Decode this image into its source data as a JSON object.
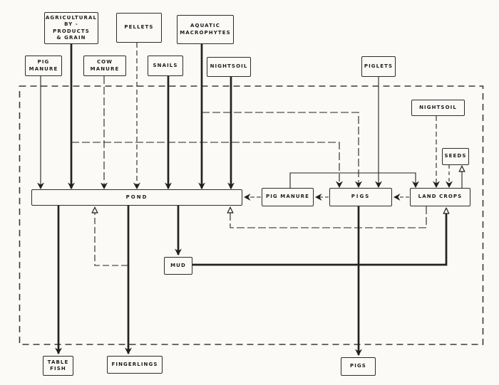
{
  "figure": {
    "type": "flow-diagram",
    "description": "Integrated pond / pig / land-crop farming system with inputs, internal recycling flows, and outputs",
    "ink_color": "#222222",
    "paper_color": "#fbfaf7",
    "boundary_style": "dashed rectangle enclosing the farm system"
  },
  "nodes": {
    "agric": "AGRICULTURAL\nBY - PRODUCTS\n& GRAIN",
    "pellets": "PELLETS",
    "aquatic": "AQUATIC\nMACROPHYTES",
    "pig_manure_top": "PIG\nMANURE",
    "cow_manure": "COW\nMANURE",
    "snails": "SNAILS",
    "nightsoil_top": "NIGHTSOIL",
    "piglets": "PIGLETS",
    "nightsoil_right": "NIGHTSOIL",
    "seeds": "SEEDS",
    "pond": "POND",
    "pig_manure_mid": "PIG MANURE",
    "pigs_mid": "PIGS",
    "land_crops": "LAND CROPS",
    "mud": "MUD",
    "table_fish": "TABLE\nFISH",
    "fingerlings": "FINGERLINGS",
    "pigs_bottom": "PIGS"
  },
  "edges": [
    {
      "from": "PIG MANURE (input)",
      "to": "POND",
      "emphasis": "thin"
    },
    {
      "from": "AGRICULTURAL BY-PRODUCTS & GRAIN",
      "to": "POND",
      "emphasis": "thick"
    },
    {
      "from": "AGRICULTURAL BY-PRODUCTS & GRAIN",
      "to": "PIGS",
      "emphasis": "thin"
    },
    {
      "from": "COW MANURE",
      "to": "POND",
      "emphasis": "thin"
    },
    {
      "from": "PELLETS",
      "to": "POND",
      "emphasis": "thin"
    },
    {
      "from": "SNAILS",
      "to": "POND",
      "emphasis": "thick"
    },
    {
      "from": "AQUATIC MACROPHYTES",
      "to": "POND",
      "emphasis": "thick"
    },
    {
      "from": "AQUATIC MACROPHYTES",
      "to": "PIGS",
      "emphasis": "thin"
    },
    {
      "from": "NIGHTSOIL (input)",
      "to": "POND",
      "emphasis": "thick"
    },
    {
      "from": "PIGLETS",
      "to": "PIGS",
      "emphasis": "thin"
    },
    {
      "from": "NIGHTSOIL (farm)",
      "to": "LAND CROPS",
      "emphasis": "thin"
    },
    {
      "from": "SEEDS",
      "to": "LAND CROPS",
      "emphasis": "thin"
    },
    {
      "from": "LAND CROPS",
      "to": "SEEDS",
      "emphasis": "thin"
    },
    {
      "from": "PIG MANURE (store)",
      "to": "POND",
      "emphasis": "thin"
    },
    {
      "from": "PIG MANURE (store)",
      "to": "LAND CROPS",
      "emphasis": "thin"
    },
    {
      "from": "PIGS",
      "to": "PIG MANURE (store)",
      "emphasis": "thin"
    },
    {
      "from": "LAND CROPS",
      "to": "PIGS",
      "emphasis": "thin"
    },
    {
      "from": "LAND CROPS",
      "to": "POND",
      "emphasis": "thin"
    },
    {
      "from": "POND",
      "to": "MUD",
      "emphasis": "thick"
    },
    {
      "from": "MUD",
      "to": "LAND CROPS",
      "emphasis": "thick"
    },
    {
      "from": "POND",
      "to": "TABLE FISH",
      "emphasis": "thick"
    },
    {
      "from": "POND",
      "to": "FINGERLINGS",
      "emphasis": "thick"
    },
    {
      "from": "FINGERLINGS",
      "to": "POND",
      "emphasis": "thin"
    },
    {
      "from": "PIGS",
      "to": "PIGS (market)",
      "emphasis": "thick"
    }
  ]
}
